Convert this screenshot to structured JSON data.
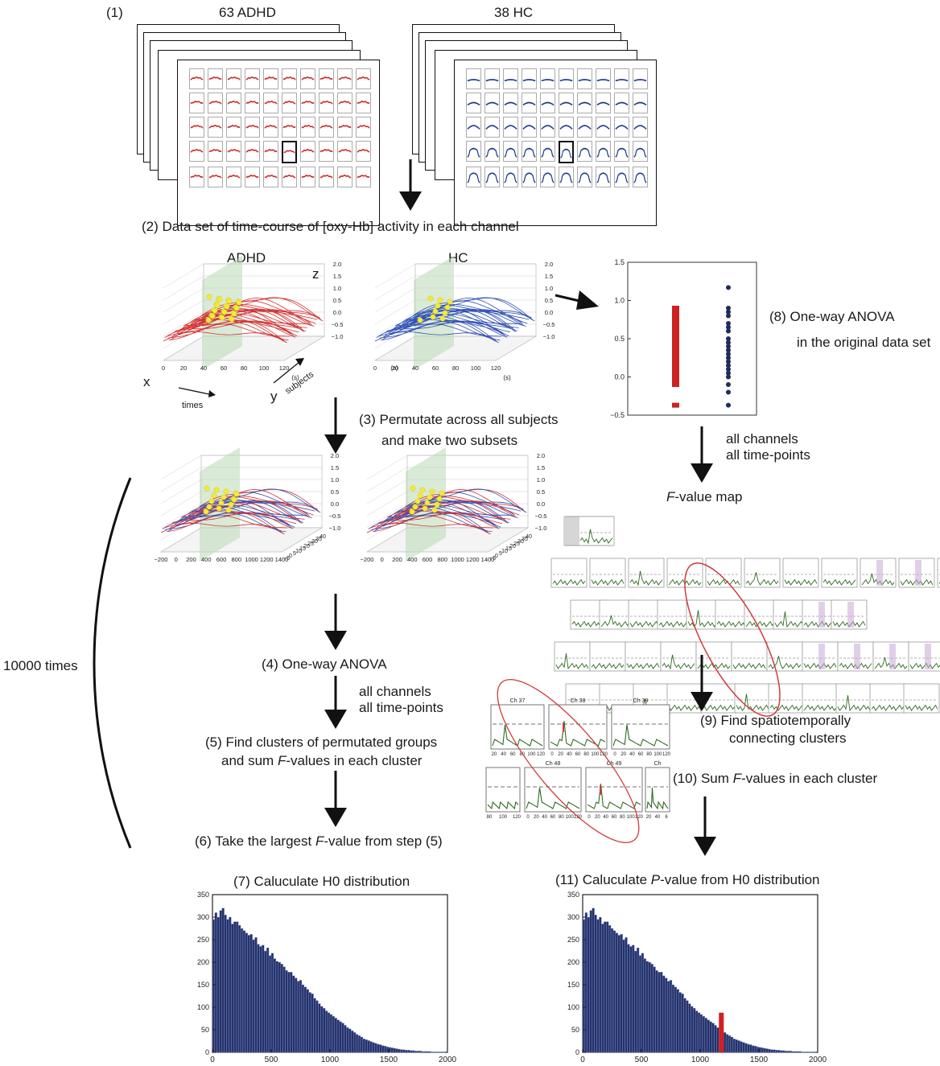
{
  "step1": {
    "num": "(1)",
    "adhd_title": "63 ADHD",
    "hc_title": "38 HC"
  },
  "step2": {
    "label": "(2) Data set of time-course of [oxy-Hb] activity in each channel",
    "adhd": "ADHD",
    "hc": "HC",
    "axis_x": "x",
    "axis_y": "y",
    "axis_z": "z",
    "times": "times",
    "subjects": "subjects",
    "sec": "(s)",
    "x_ticks": [
      "0",
      "20",
      "40",
      "60",
      "80",
      "100",
      "120"
    ],
    "z_ticks": [
      "2.0",
      "1.5",
      "1.0",
      "0.5",
      "0.0",
      "−0.5",
      "−1.0"
    ]
  },
  "step3": {
    "line1": "(3) Permutate across all subjects",
    "line2": "and make two subsets",
    "x_ticks": [
      "−200",
      "0",
      "200",
      "400",
      "600",
      "800",
      "1000",
      "1200",
      "1400"
    ],
    "y_ticks": [
      "−5",
      "0",
      "5",
      "10",
      "15",
      "20",
      "25",
      "30",
      "35",
      "40"
    ]
  },
  "step4": {
    "label": "(4) One-way ANOVA",
    "note1": "all channels",
    "note2": "all time-points"
  },
  "step5": {
    "line1": "(5) Find clusters of permutated groups",
    "line2a": "and sum ",
    "f": "F",
    "line2b": "-values in each cluster"
  },
  "step6": {
    "a": "(6) Take the largest ",
    "f": "F",
    "b": "-value from step (5)"
  },
  "loop": {
    "label": "10000 times"
  },
  "step7": {
    "label": "(7) Caluculate H0 distribution"
  },
  "step8": {
    "line1": "(8) One-way ANOVA",
    "line2": "in the original data set",
    "note1": "all channels",
    "note2": "all time-points",
    "y_ticks": [
      "1.5",
      "1.0",
      "0.5",
      "0.0",
      "−0.5"
    ]
  },
  "fmap": {
    "f": "F",
    "label": "-value map"
  },
  "zoom": {
    "ch37": "Ch 37",
    "ch38": "Ch 38",
    "ch39": "Ch 39",
    "ch48": "Ch 48",
    "ch49": "Ch 49",
    "ch_cut": "Ch",
    "ticks_a": [
      "20",
      "40",
      "60",
      "80",
      "100",
      "120"
    ],
    "ticks_b": [
      "80",
      "100",
      "120"
    ],
    "ticks_c": [
      "0",
      "20",
      "40",
      "60",
      "80",
      "100",
      "120"
    ],
    "ticks_d": [
      "20",
      "40",
      "6"
    ]
  },
  "step9": {
    "line1": "(9) Find spatiotemporally",
    "line2": "connecting clusters"
  },
  "step10": {
    "a": "(10) Sum ",
    "f": "F",
    "b": "-values in each cluster"
  },
  "step11": {
    "a": "(11) Caluculate ",
    "p": "P",
    "b": "-value from  H0 distribution"
  },
  "hist": {
    "y_ticks": [
      "350",
      "300",
      "250",
      "200",
      "150",
      "100",
      "50",
      "0"
    ],
    "x_ticks": [
      "0",
      "500",
      "1000",
      "1500",
      "2000"
    ],
    "observed_value": 1180
  },
  "chart_data": [
    {
      "type": "scatter",
      "title": "",
      "ylim": [
        -0.5,
        1.5
      ],
      "series": [
        {
          "color": "#cc2222",
          "values": [
            0.9,
            0.85,
            0.8,
            0.75,
            0.7,
            0.65,
            0.6,
            0.55,
            0.5,
            0.45,
            0.4,
            0.35,
            0.3,
            0.25,
            0.2,
            0.15,
            0.1,
            0.05,
            0.0,
            -0.05,
            -0.1,
            -0.37
          ]
        },
        {
          "color": "#1f2d5c",
          "values": [
            1.17,
            0.9,
            0.85,
            0.8,
            0.7,
            0.65,
            0.6,
            0.5,
            0.45,
            0.4,
            0.35,
            0.3,
            0.25,
            0.2,
            0.15,
            0.1,
            0.05,
            0.0,
            -0.1,
            -0.2,
            -0.37
          ]
        }
      ]
    },
    {
      "type": "bar",
      "title": "H0 distribution",
      "xlim": [
        0,
        2000
      ],
      "ylim": [
        0,
        350
      ],
      "bin_width": 20,
      "values": [
        295,
        310,
        300,
        315,
        320,
        305,
        295,
        300,
        285,
        290,
        290,
        282,
        275,
        270,
        265,
        260,
        262,
        250,
        255,
        240,
        235,
        238,
        225,
        232,
        215,
        220,
        208,
        202,
        200,
        196,
        190,
        182,
        178,
        178,
        170,
        165,
        158,
        160,
        150,
        145,
        140,
        133,
        130,
        120,
        115,
        108,
        102,
        98,
        92,
        88,
        84,
        80,
        76,
        72,
        68,
        65,
        60,
        55,
        52,
        48,
        44,
        40,
        37,
        34,
        30,
        28,
        26,
        24,
        22,
        20,
        18,
        17,
        15,
        14,
        12,
        11,
        10,
        9,
        8,
        7,
        6,
        6,
        5,
        5,
        4,
        4,
        3,
        3,
        3,
        2,
        2,
        2,
        2,
        1,
        1,
        1,
        1,
        1,
        1,
        0
      ]
    }
  ]
}
